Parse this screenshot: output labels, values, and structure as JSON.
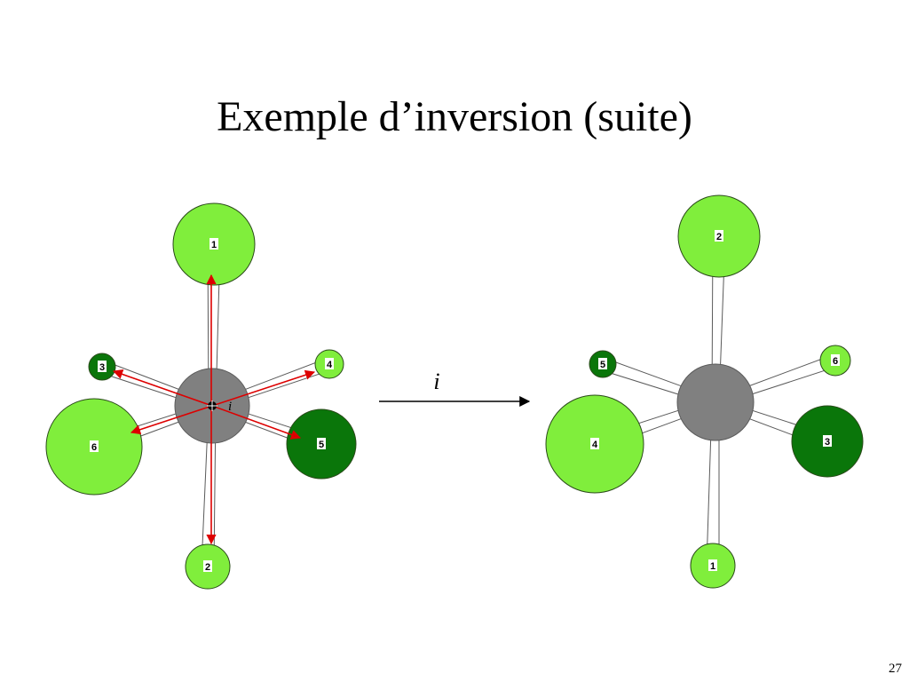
{
  "slide": {
    "title": "Exemple d’inversion (suite)",
    "page_number": "27"
  },
  "colors": {
    "central_atom": "#808080",
    "light_ligand": "#80ee3c",
    "dark_ligand": "#0a760a",
    "bond": "#ffffff",
    "outline": "#2a4a1a",
    "inversion_vectors": "#dd0000",
    "arrow": "#000000"
  },
  "operation": {
    "symbol": "i",
    "center_label": "i"
  },
  "molecule_before": {
    "name": "before-inversion",
    "ligands": [
      {
        "label": "1",
        "shade": "light"
      },
      {
        "label": "2",
        "shade": "light"
      },
      {
        "label": "3",
        "shade": "dark"
      },
      {
        "label": "4",
        "shade": "light"
      },
      {
        "label": "5",
        "shade": "dark"
      },
      {
        "label": "6",
        "shade": "light"
      }
    ]
  },
  "molecule_after": {
    "name": "after-inversion",
    "ligands": [
      {
        "label": "2",
        "shade": "light"
      },
      {
        "label": "1",
        "shade": "light"
      },
      {
        "label": "5",
        "shade": "dark"
      },
      {
        "label": "6",
        "shade": "light"
      },
      {
        "label": "3",
        "shade": "dark"
      },
      {
        "label": "4",
        "shade": "light"
      }
    ]
  }
}
